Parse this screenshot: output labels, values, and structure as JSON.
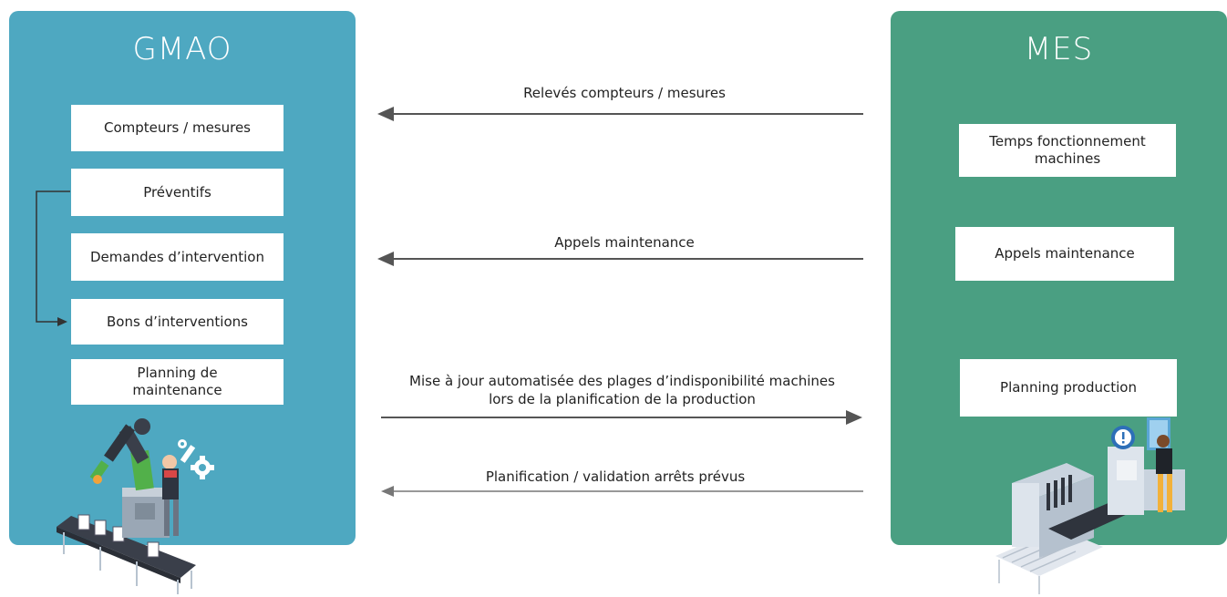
{
  "gmao": {
    "title": "GMAO",
    "items": [
      "Compteurs / mesures",
      "Préventifs",
      "Demandes d’intervention",
      "Bons d’interventions",
      "Planning de maintenance"
    ]
  },
  "mes": {
    "title": "MES",
    "items": [
      "Temps fonctionnement machines",
      "Appels maintenance",
      "Planning production"
    ]
  },
  "flows": [
    {
      "label": "Relevés compteurs / mesures",
      "direction": "to-gmao"
    },
    {
      "label": "Appels maintenance",
      "direction": "to-gmao"
    },
    {
      "label": "Mise à jour automatisée des plages d’indisponibilité machines lors de la planification de la production",
      "direction": "to-mes"
    },
    {
      "label": "Planification / validation arrêts prévus",
      "direction": "to-gmao"
    }
  ],
  "colors": {
    "gmao_panel": "#4ea8c1",
    "mes_panel": "#4a9f82",
    "arrow": "#555555"
  },
  "illustrations": [
    "maintenance-robot-illustration",
    "production-line-illustration"
  ]
}
